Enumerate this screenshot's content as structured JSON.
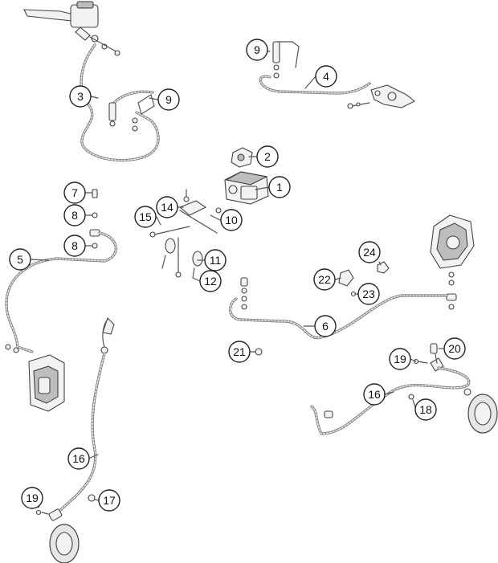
{
  "callouts": [
    {
      "id": "c1",
      "label": "1"
    },
    {
      "id": "c2",
      "label": "2"
    },
    {
      "id": "c3",
      "label": "3"
    },
    {
      "id": "c4",
      "label": "4"
    },
    {
      "id": "c5",
      "label": "5"
    },
    {
      "id": "c6",
      "label": "6"
    },
    {
      "id": "c7",
      "label": "7"
    },
    {
      "id": "c8a",
      "label": "8"
    },
    {
      "id": "c8b",
      "label": "8"
    },
    {
      "id": "c9a",
      "label": "9"
    },
    {
      "id": "c9b",
      "label": "9"
    },
    {
      "id": "c10",
      "label": "10"
    },
    {
      "id": "c11",
      "label": "11"
    },
    {
      "id": "c12",
      "label": "12"
    },
    {
      "id": "c14",
      "label": "14"
    },
    {
      "id": "c15",
      "label": "15"
    },
    {
      "id": "c16a",
      "label": "16"
    },
    {
      "id": "c16b",
      "label": "16"
    },
    {
      "id": "c17",
      "label": "17"
    },
    {
      "id": "c18",
      "label": "18"
    },
    {
      "id": "c19a",
      "label": "19"
    },
    {
      "id": "c19b",
      "label": "19"
    },
    {
      "id": "c20",
      "label": "20"
    },
    {
      "id": "c21",
      "label": "21"
    },
    {
      "id": "c22",
      "label": "22"
    },
    {
      "id": "c23",
      "label": "23"
    },
    {
      "id": "c24",
      "label": "24"
    }
  ]
}
